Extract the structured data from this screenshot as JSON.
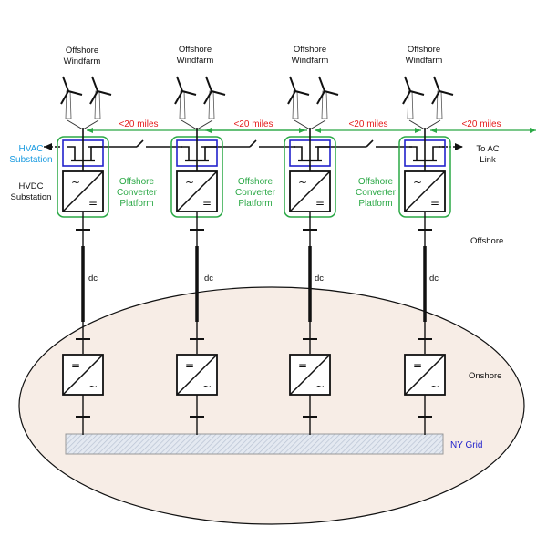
{
  "diagram": {
    "title": "Offshore wind HVDC interconnection to NY Grid",
    "colors": {
      "onshore_fill": "#f7ede6",
      "platform_border": "#2aa845",
      "hvac_box": "#2222cc",
      "distance_line": "#2aa845",
      "distance_text": "#e41a1a",
      "hvac_label": "#1a9be0",
      "grid_label": "#2222cc",
      "grid_bar_fill": "#d6dde8"
    },
    "windfarms": [
      {
        "label_line1": "Offshore",
        "label_line2": "Windfarm"
      },
      {
        "label_line1": "Offshore",
        "label_line2": "Windfarm"
      },
      {
        "label_line1": "Offshore",
        "label_line2": "Windfarm"
      },
      {
        "label_line1": "Offshore",
        "label_line2": "Windfarm"
      }
    ],
    "distances": [
      "<20 miles",
      "<20 miles",
      "<20 miles",
      "<20 miles"
    ],
    "platform_labels": [
      {
        "l1": "Offshore",
        "l2": "Converter",
        "l3": "Platform"
      },
      {
        "l1": "Offshore",
        "l2": "Converter",
        "l3": "Platform"
      },
      {
        "l1": "Offshore",
        "l2": "Converter",
        "l3": "Platform"
      }
    ],
    "hvac_label": {
      "l1": "HVAC",
      "l2": "Substation"
    },
    "hvdc_label": {
      "l1": "HVDC",
      "l2": "Substation"
    },
    "ac_link_label": {
      "l1": "To AC",
      "l2": "Link"
    },
    "dc_labels": [
      "dc",
      "dc",
      "dc",
      "dc"
    ],
    "zone_offshore": "Offshore",
    "zone_onshore": "Onshore",
    "grid_label": "NY Grid",
    "converter_symbols": {
      "ac": "~",
      "dc": "="
    }
  }
}
